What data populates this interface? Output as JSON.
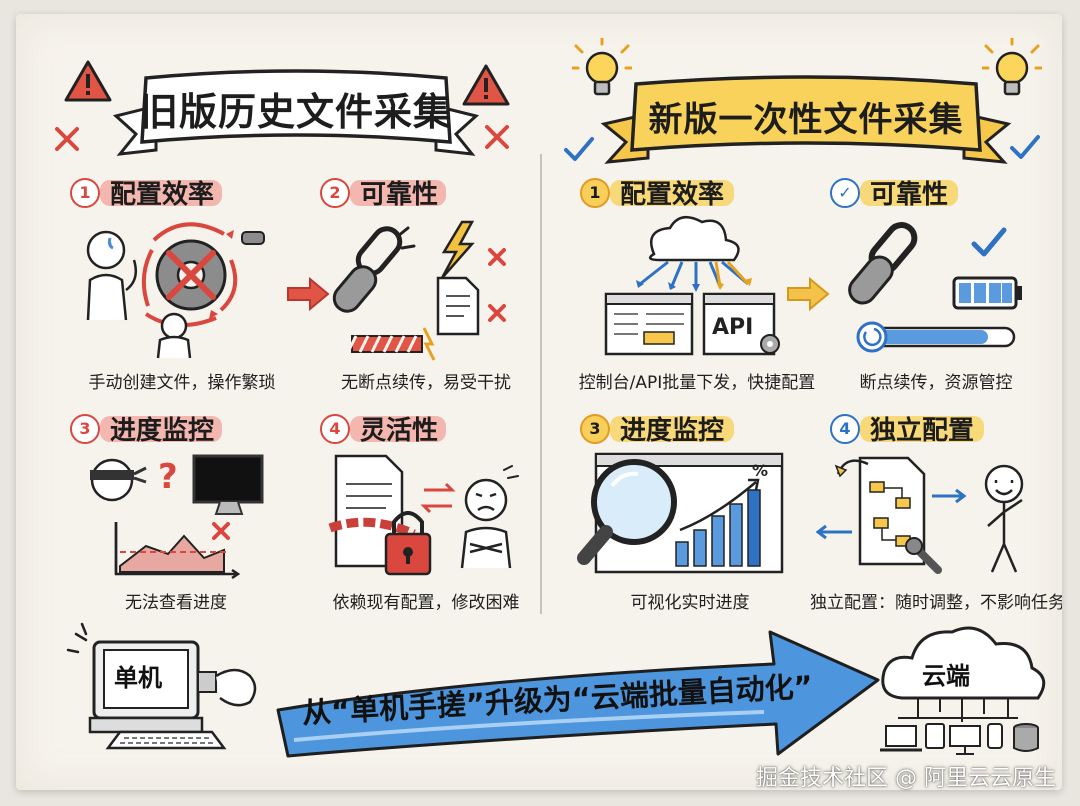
{
  "left_panel": {
    "title": "旧版历史文件采集",
    "sections": [
      {
        "num": "1",
        "title": "配置效率",
        "caption": "手动创建文件，操作繁琐"
      },
      {
        "num": "2",
        "title": "可靠性",
        "caption": "无断点续传，易受干扰"
      },
      {
        "num": "3",
        "title": "进度监控",
        "caption": "无法查看进度"
      },
      {
        "num": "4",
        "title": "灵活性",
        "caption": "依赖现有配置，修改困难"
      }
    ]
  },
  "right_panel": {
    "title": "新版一次性文件采集",
    "sections": [
      {
        "num": "1",
        "title": "配置效率",
        "caption": "控制台/API批量下发，快捷配置",
        "icon_label": "API"
      },
      {
        "num": "✓",
        "title": "可靠性",
        "caption": "断点续传，资源管控"
      },
      {
        "num": "3",
        "title": "进度监控",
        "caption": "可视化实时进度",
        "icon_label": "%"
      },
      {
        "num": "4",
        "title": "独立配置",
        "caption": "独立配置：随时调整，不影响任务"
      }
    ]
  },
  "bottom": {
    "computer_label": "单机",
    "slogan": "从“单机手搓”升级为“云端批量自动化”",
    "cloud_label": "云端"
  },
  "watermark": "掘金技术社区 @ 阿里云云原生",
  "colors": {
    "red": "#d9473f",
    "orange": "#f4c24a",
    "blue": "#2f72c4",
    "paper": "#f6f3ec"
  }
}
